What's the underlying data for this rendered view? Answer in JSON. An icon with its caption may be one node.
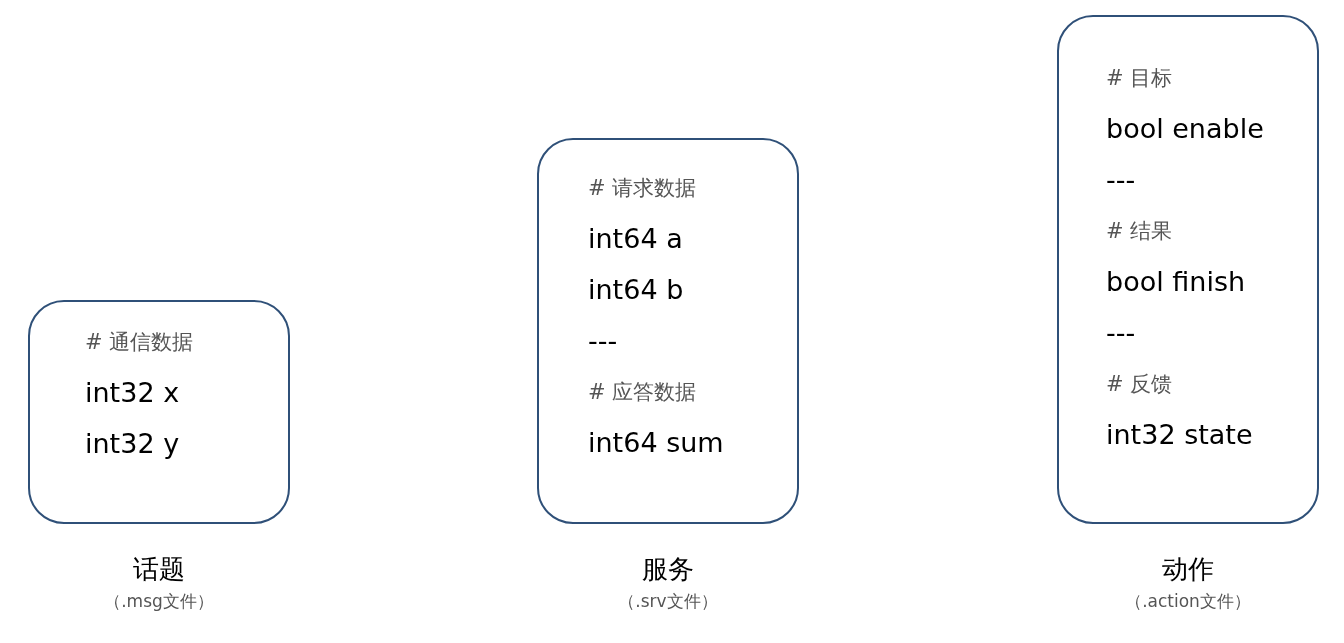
{
  "diagram": {
    "nodes": [
      {
        "text": [
          "# 通信数据",
          "int32 x",
          "int32 y"
        ],
        "beside": [
          "话题",
          "（.msg文件）"
        ]
      },
      {
        "text": [
          "# 请求数据",
          "int64 a",
          "int64 b",
          "---",
          "# 应答数据",
          "int64 sum"
        ],
        "beside": [
          "服务",
          "（.srv文件）"
        ]
      },
      {
        "text": [
          "# 目标",
          "bool enable",
          "---",
          "# 结果",
          "bool finish",
          "---",
          "# 反馈",
          "int32 state"
        ],
        "beside": [
          "动作",
          "（.action文件）"
        ]
      }
    ],
    "edges": []
  }
}
